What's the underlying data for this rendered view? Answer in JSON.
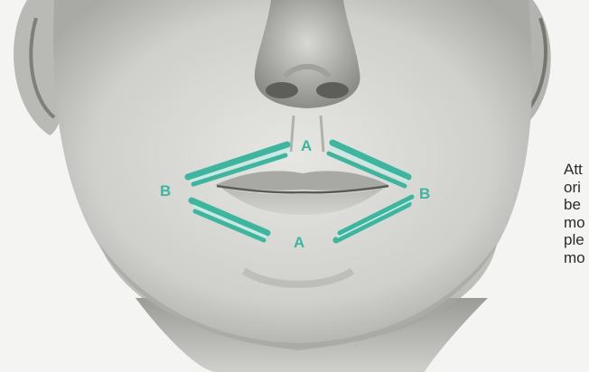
{
  "figure": {
    "muscle_color": "#3fb5a0",
    "labels": {
      "top": "A",
      "bottom": "A",
      "left": "B",
      "right": "B"
    },
    "caption_lines": [
      "Att",
      "ori",
      "be",
      "mo",
      "ple",
      "mo"
    ]
  }
}
